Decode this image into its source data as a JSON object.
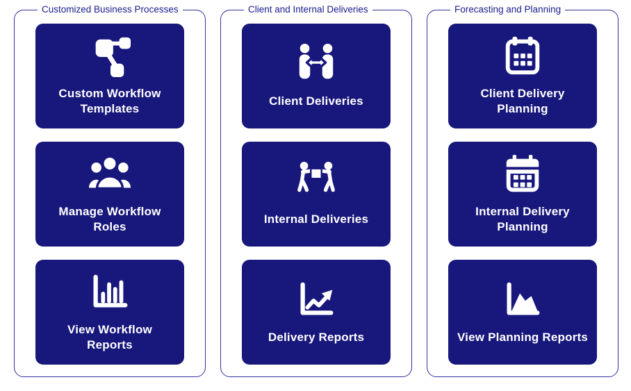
{
  "colors": {
    "button_bg": "#18177c",
    "button_text": "#ffffff",
    "group_border": "#2e2e9e",
    "group_title_color": "#1a1a8e",
    "page_background": "#ffffff"
  },
  "groups": [
    {
      "title": "Customized Business Processes",
      "items": [
        {
          "label": "Custom Workflow Templates",
          "icon": "workflow-icon"
        },
        {
          "label": "Manage Workflow Roles",
          "icon": "people-group-icon"
        },
        {
          "label": "View Workflow Reports",
          "icon": "bar-chart-icon"
        }
      ]
    },
    {
      "title": "Client and Internal Deliveries",
      "items": [
        {
          "label": "Client Deliveries",
          "icon": "people-exchange-icon"
        },
        {
          "label": "Internal Deliveries",
          "icon": "people-carry-box-icon"
        },
        {
          "label": "Delivery Reports",
          "icon": "line-chart-arrow-icon"
        }
      ]
    },
    {
      "title": "Forecasting and Planning",
      "items": [
        {
          "label": "Client Delivery Planning",
          "icon": "calendar-outline-icon"
        },
        {
          "label": "Internal Delivery Planning",
          "icon": "calendar-filled-header-icon"
        },
        {
          "label": "View Planning Reports",
          "icon": "area-chart-icon"
        }
      ]
    }
  ]
}
